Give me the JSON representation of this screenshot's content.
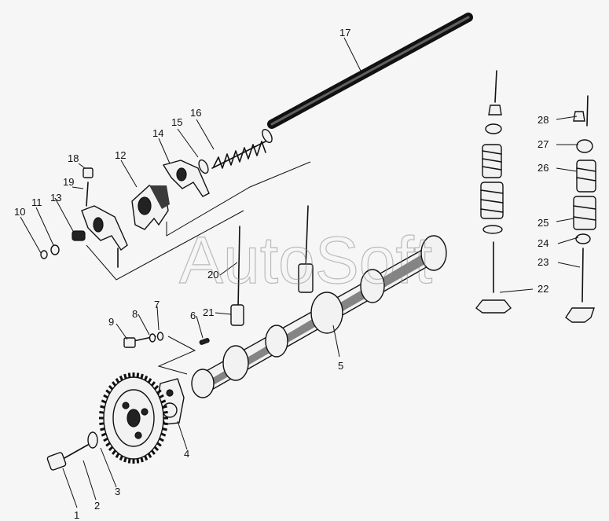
{
  "watermark": "AutoSoft",
  "callouts": {
    "c1": "1",
    "c2": "2",
    "c3": "3",
    "c4": "4",
    "c5": "5",
    "c6": "6",
    "c7": "7",
    "c8": "8",
    "c9": "9",
    "c10": "10",
    "c11": "11",
    "c12": "12",
    "c13": "13",
    "c14": "14",
    "c15": "15",
    "c16": "16",
    "c17": "17",
    "c18": "18",
    "c19": "19",
    "c20": "20",
    "c21": "21",
    "c22": "22",
    "c23": "23",
    "c24": "24",
    "c25": "25",
    "c26": "26",
    "c27": "27",
    "c28": "28"
  },
  "gear_teeth": 48,
  "colors": {
    "ink": "#111111",
    "paper": "#f6f6f6",
    "watermark": "#8a8a8a"
  }
}
